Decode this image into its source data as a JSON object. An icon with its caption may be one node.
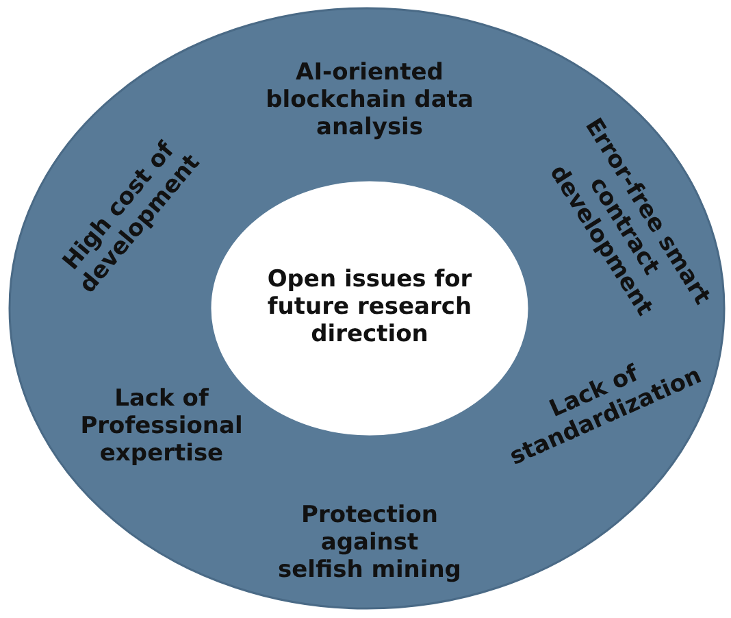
{
  "diagram": {
    "nodes": [
      {
        "text": [
          "AI-oriented blockchain data analysis",
          "Error-free smart contract development",
          "Lack of standardization",
          "Protection against selfish mining",
          "Lack of Professional expertise",
          "High cost of development"
        ]
      },
      {
        "text": [
          "Open issues for future research direction"
        ],
        "in": 0
      }
    ],
    "edges": []
  }
}
